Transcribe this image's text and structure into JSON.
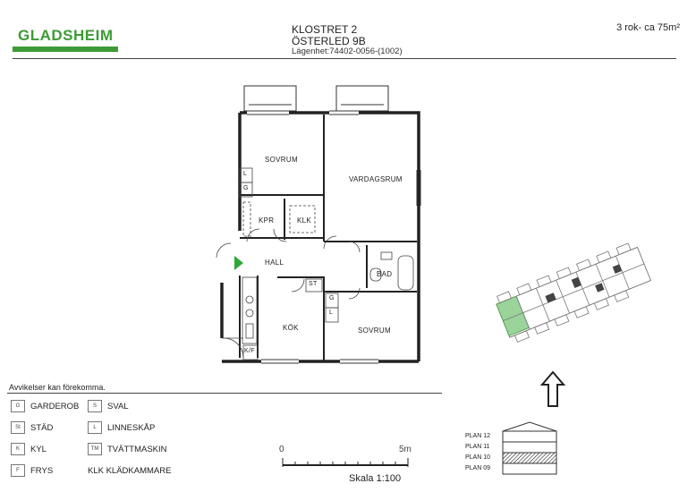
{
  "brand": {
    "logo_text": "GLADSHEIM",
    "color": "#3d9b36"
  },
  "header": {
    "project": "KLOSTRET 2",
    "street": "ÖSTERLED 9B",
    "unit": "Lägenhet:74402-0056-(1002)",
    "size": "3 rok- ca 75m²"
  },
  "plan": {
    "rooms": {
      "sovrum_top": "SOVRUM",
      "vardagsrum": "VARDAGSRUM",
      "kpr": "KPR",
      "klk": "KLK",
      "hall": "HALL",
      "bad": "BAD",
      "kok": "KÖK",
      "sovrum_bottom": "SOVRUM"
    },
    "markers": {
      "l": "L",
      "g": "G",
      "st": "ST",
      "kf": "K/F"
    },
    "accent_color": "#2fa83a"
  },
  "disclaimer": "Avvikelser kan förekomma.",
  "legend": {
    "items": [
      {
        "code": "G",
        "label": "GARDEROB"
      },
      {
        "code": "S",
        "label": "SVAL"
      },
      {
        "code": "St",
        "label": "STÄD"
      },
      {
        "code": "L",
        "label": "LINNESKÅP"
      },
      {
        "code": "K",
        "label": "KYL"
      },
      {
        "code": "TM",
        "label": "TVÄTTMASKIN"
      },
      {
        "code": "F",
        "label": "FRYS"
      },
      {
        "code": "",
        "label": "KLK KLÄDKAMMARE"
      }
    ]
  },
  "scale": {
    "start": "0",
    "end": "5m",
    "label": "Skala 1:100"
  },
  "floors": {
    "items": [
      "PLAN 12",
      "PLAN 11",
      "PLAN 10",
      "PLAN 09"
    ],
    "highlighted": "PLAN 10"
  }
}
